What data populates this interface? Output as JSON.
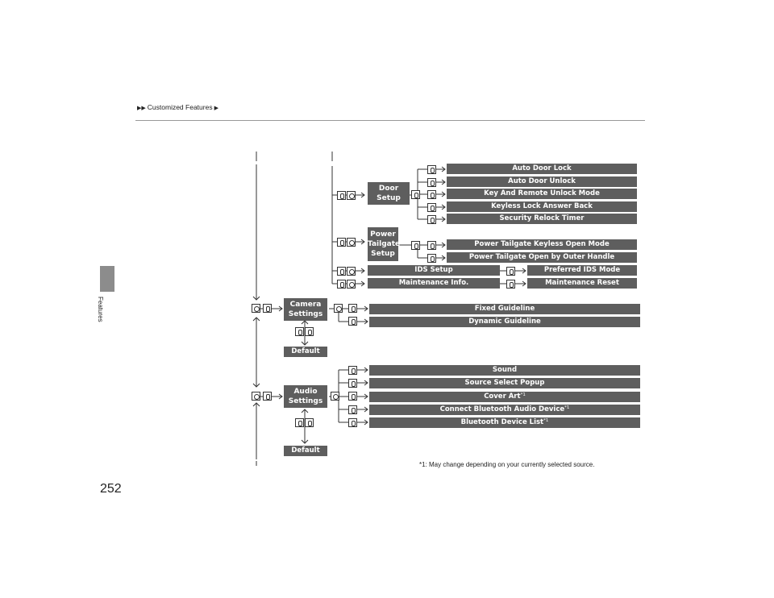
{
  "header": {
    "breadcrumb": "Customized Features"
  },
  "side_tab": {
    "label": "Features"
  },
  "page_number": "252",
  "footnote": "*1: May change depending on your currently selected source.",
  "nodes": {
    "door_setup": [
      "Door",
      "Setup"
    ],
    "power_tailgate": [
      "Power",
      "Tailgate",
      "Setup"
    ],
    "ids_setup": "IDS Setup",
    "maintenance_info": "Maintenance Info.",
    "camera_settings": [
      "Camera",
      "Settings"
    ],
    "camera_default": "Default",
    "audio_settings": [
      "Audio",
      "Settings"
    ],
    "audio_default": "Default"
  },
  "door_items": [
    "Auto Door Lock",
    "Auto Door Unlock",
    "Key And Remote Unlock Mode",
    "Keyless Lock Answer Back",
    "Security Relock Timer"
  ],
  "tailgate_items": [
    "Power Tailgate Keyless Open Mode",
    "Power Tailgate Open by Outer Handle"
  ],
  "ids_item": "Preferred IDS Mode",
  "maintenance_item": "Maintenance Reset",
  "camera_items": [
    "Fixed Guideline",
    "Dynamic Guideline"
  ],
  "audio_items": [
    {
      "label": "Sound",
      "note": ""
    },
    {
      "label": "Source Select Popup",
      "note": ""
    },
    {
      "label": "Cover Art",
      "note": "*1"
    },
    {
      "label": "Connect Bluetooth Audio Device",
      "note": "*1"
    },
    {
      "label": "Bluetooth Device List",
      "note": "*1"
    }
  ]
}
